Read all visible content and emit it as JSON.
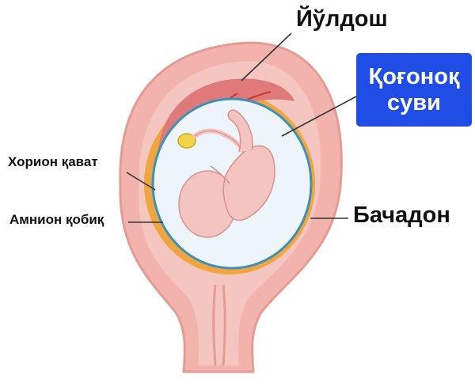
{
  "labels": {
    "placenta": "Йўлдош",
    "amniotic_fluid_line1": "Қоғоноқ",
    "amniotic_fluid_line2": "суви",
    "chorion": "Хорион қават",
    "amnion": "Амнион қобиқ",
    "uterus": "Бачадон"
  },
  "colors": {
    "uterus_outer": "#f2b3ad",
    "uterus_inner": "#f5c6c0",
    "uterus_outline": "#e59a94",
    "placenta": "#e07a7a",
    "placenta_vessels": "#c0393b",
    "chorion_layer": "#f0a640",
    "amnion_layer": "#3f8fb8",
    "amniotic_fluid": "#eef5fa",
    "fetus": "#f4c4c0",
    "yolk_sac": "#f2d44a",
    "label_box": "#1f4de6",
    "label_text": "#111111",
    "label_box_text": "#ffffff",
    "leader_line": "#333333"
  }
}
